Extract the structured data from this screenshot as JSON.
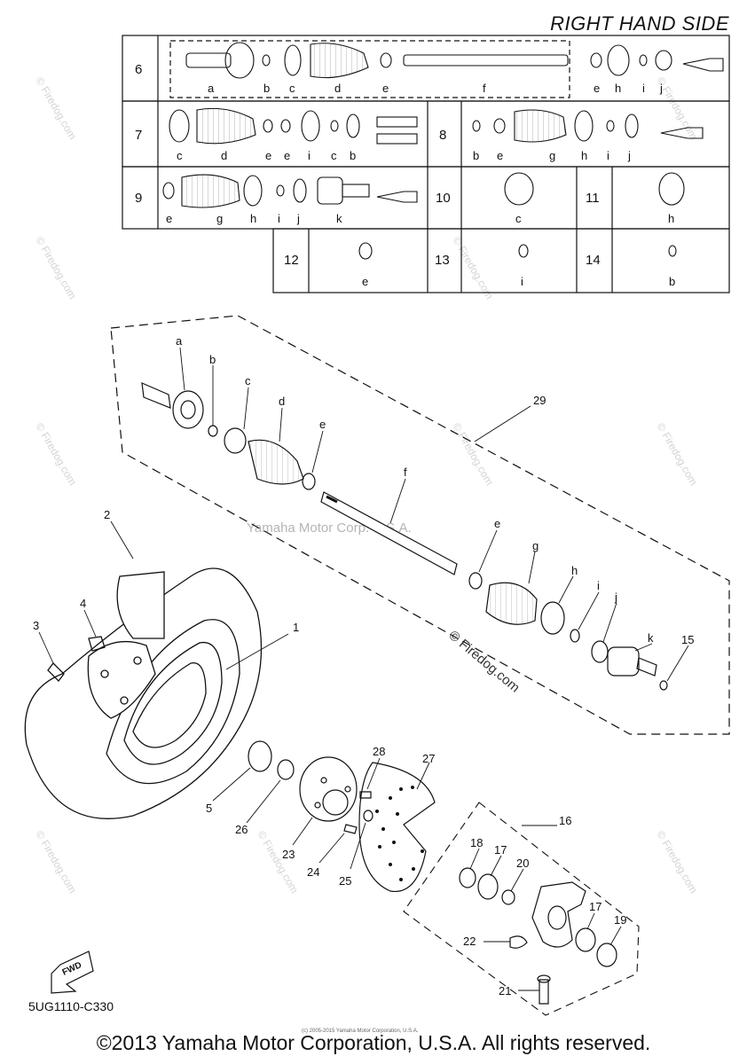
{
  "header": {
    "title": "RIGHT HAND SIDE"
  },
  "table": {
    "row6": {
      "num": "6",
      "letters": [
        "a",
        "b",
        "c",
        "d",
        "e",
        "f",
        "e",
        "h",
        "i",
        "j"
      ]
    },
    "row7": {
      "num": "7",
      "letters": [
        "c",
        "d",
        "e",
        "e",
        "i",
        "c",
        "b"
      ]
    },
    "row8": {
      "num": "8",
      "letters": [
        "b",
        "e",
        "g",
        "h",
        "i",
        "j"
      ]
    },
    "row9": {
      "num": "9",
      "letters": [
        "e",
        "g",
        "h",
        "i",
        "j",
        "k"
      ]
    },
    "row10": {
      "num": "10",
      "letters": [
        "c"
      ]
    },
    "row11": {
      "num": "11",
      "letters": [
        "h"
      ]
    },
    "row12": {
      "num": "12",
      "letters": [
        "e"
      ]
    },
    "row13": {
      "num": "13",
      "letters": [
        "i"
      ]
    },
    "row14": {
      "num": "14",
      "letters": [
        "b"
      ]
    }
  },
  "callouts": {
    "a": "a",
    "b": "b",
    "c": "c",
    "d": "d",
    "e1": "e",
    "f": "f",
    "e2": "e",
    "g": "g",
    "h": "h",
    "i": "i",
    "j": "j",
    "k": "k",
    "n1": "1",
    "n2": "2",
    "n3": "3",
    "n4": "4",
    "n5": "5",
    "n15": "15",
    "n16": "16",
    "n17a": "17",
    "n17b": "17",
    "n18": "18",
    "n19": "19",
    "n20": "20",
    "n21": "21",
    "n22": "22",
    "n23": "23",
    "n24": "24",
    "n25": "25",
    "n26": "26",
    "n27": "27",
    "n28": "28",
    "n29": "29"
  },
  "watermark": {
    "center_text": "Yamaha Motor Corp. U.S.A.",
    "site": "© Firedog.com",
    "side_text": "© Firedog.com"
  },
  "fwd_label": "FWD",
  "diagram_code": "5UG1110-C330",
  "copyright": "©2013 Yamaha Motor Corporation, U.S.A. All rights reserved.",
  "fineprint": "(c) 2005-2015 Yamaha Motor Corporation, U.S.A."
}
